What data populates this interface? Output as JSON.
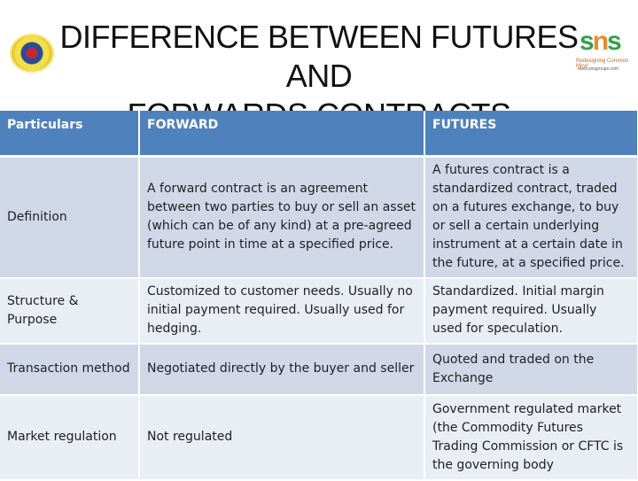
{
  "slide": {
    "title_line1": "DIFFERENCE BETWEEN FUTURES AND",
    "title_line2": "FORWARDS CONTRACTS",
    "logos": {
      "left": "institution-emblem",
      "right": {
        "mark": "sns",
        "tagline": "Redesigning Common Mind",
        "url": "www.snsgroups.com"
      }
    }
  },
  "table": {
    "headers": [
      "Particulars",
      "FORWARD",
      "FUTURES"
    ],
    "rows": [
      {
        "particular": "Definition",
        "forward": "A forward contract is an agreement between two parties to buy or sell an asset (which can be of any kind) at a pre-agreed future point in time at a specified price.",
        "futures": "A futures contract is a standardized contract, traded on a futures exchange, to buy or sell a certain underlying instrument at a certain date in the future, at a specified price."
      },
      {
        "particular": "Structure & Purpose",
        "forward": "Customized to customer needs. Usually no initial payment required. Usually used for hedging.",
        "futures": "Standardized. Initial margin payment required. Usually used for speculation."
      },
      {
        "particular": "Transaction method",
        "forward": "Negotiated directly by the buyer and seller",
        "futures": "Quoted and traded on the Exchange"
      },
      {
        "particular": "Market regulation",
        "forward": "Not regulated",
        "futures": "Government regulated market (the Commodity Futures Trading Commission or CFTC is the governing body"
      }
    ]
  },
  "colors": {
    "header_bg": "#4f81bd",
    "row_dark": "#d0d8e8",
    "row_light": "#e9edf4"
  }
}
